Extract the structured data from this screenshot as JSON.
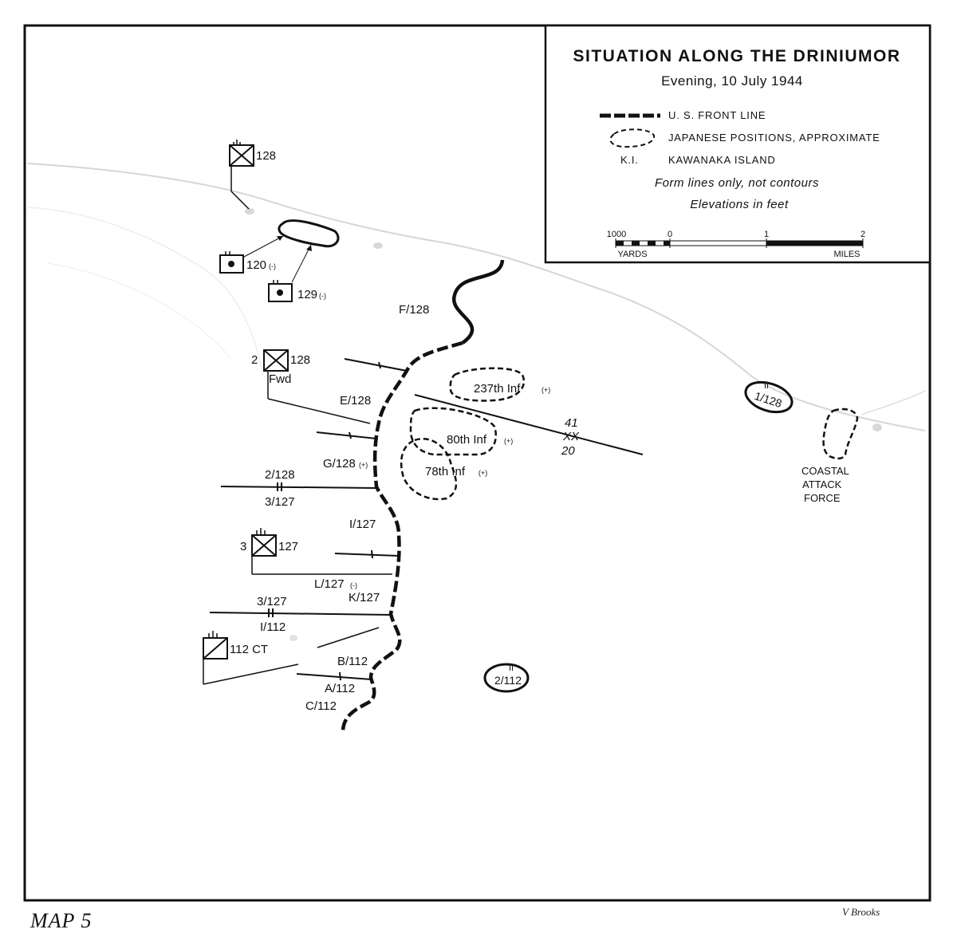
{
  "legend": {
    "title": "SITUATION ALONG THE DRINIUMOR",
    "subtitle": "Evening, 10 July 1944",
    "items": [
      {
        "label": "U. S. FRONT LINE"
      },
      {
        "label": "JAPANESE POSITIONS, APPROXIMATE"
      },
      {
        "symbol": "K.I.",
        "label": "KAWANAKA ISLAND"
      }
    ],
    "note1": "Form lines only, not contours",
    "note2": "Elevations in feet",
    "scale": {
      "ticks": [
        "1000",
        "0",
        "1",
        "2"
      ],
      "yards": "YARDS",
      "miles": "MILES"
    }
  },
  "units": {
    "u128_top": "128",
    "u120": "120",
    "u120_mod": "(-)",
    "u129": "129",
    "u129_mod": "(-)",
    "f128": "F/128",
    "u128_fwd_num": "2",
    "u128_fwd": "128",
    "fwd": "Fwd",
    "e128": "E/128",
    "g128": "G/128",
    "g128_mod": "(+)",
    "b2128": "2/128",
    "b3127": "3/127",
    "i127": "I/127",
    "u127_num": "3",
    "u127": "127",
    "l127": "L/127",
    "l127_mod": "(-)",
    "k127": "K/127",
    "b3127b": "3/127",
    "i112": "I/112",
    "ct112": "112 CT",
    "b112": "B/112",
    "a112": "A/112",
    "c112": "C/112",
    "u1128": "1/128",
    "u1128_mark": "II",
    "u2112": "2/112",
    "u2112_mark": "II",
    "coastal": [
      "COASTAL",
      "ATTACK",
      "FORCE"
    ]
  },
  "japanese": {
    "inf237": "237th Inf",
    "inf237_mod": "(+)",
    "inf80": "80th Inf",
    "inf80_mod": "(+)",
    "inf78": "78th Inf",
    "inf78_mod": "(+)"
  },
  "boundary": {
    "top": "41",
    "mid": "XX",
    "bottom": "20"
  },
  "caption": "MAP 5",
  "credit": "V Brooks"
}
